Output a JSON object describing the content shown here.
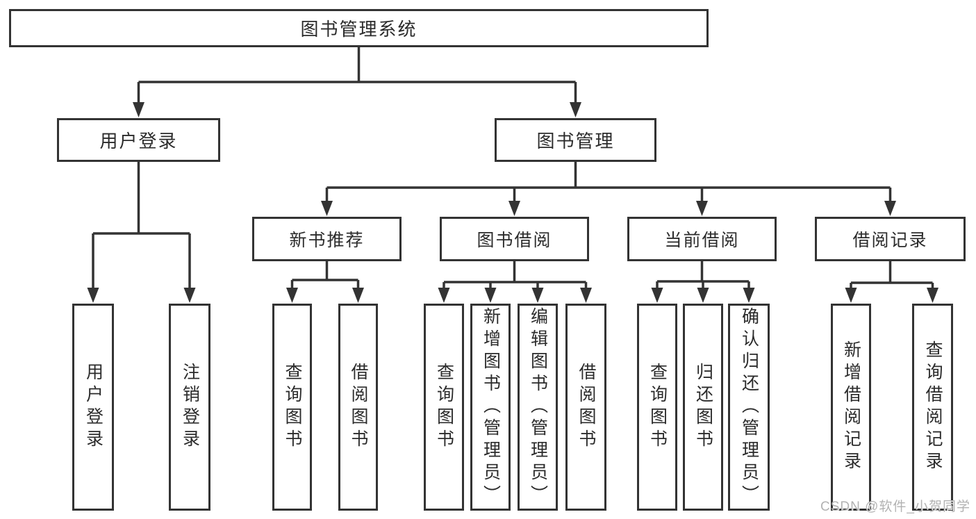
{
  "diagram": {
    "watermark": "CSDN @软件_小贺同学",
    "colors": {
      "line": "#333333",
      "box_border": "#333333",
      "text": "#2b2b2b",
      "watermark": "#b2b2b2",
      "background": "#ffffff"
    },
    "root": {
      "label": "图书管理系统"
    },
    "branches": [
      {
        "label": "用户登录",
        "children": [
          {
            "label": "用户登录"
          },
          {
            "label": "注销登录"
          }
        ]
      },
      {
        "label": "图书管理",
        "sections": [
          {
            "label": "新书推荐",
            "children": [
              {
                "label": "查询图书"
              },
              {
                "label": "借阅图书"
              }
            ]
          },
          {
            "label": "图书借阅",
            "children": [
              {
                "label": "查询图书"
              },
              {
                "label": "新增图书（管理员）"
              },
              {
                "label": "编辑图书（管理员）"
              },
              {
                "label": "借阅图书"
              }
            ]
          },
          {
            "label": "当前借阅",
            "children": [
              {
                "label": "查询图书"
              },
              {
                "label": "归还图书"
              },
              {
                "label": "确认归还（管理员）"
              }
            ]
          },
          {
            "label": "借阅记录",
            "children": [
              {
                "label": "新增借阅记录"
              },
              {
                "label": "查询借阅记录"
              }
            ]
          }
        ]
      }
    ]
  }
}
